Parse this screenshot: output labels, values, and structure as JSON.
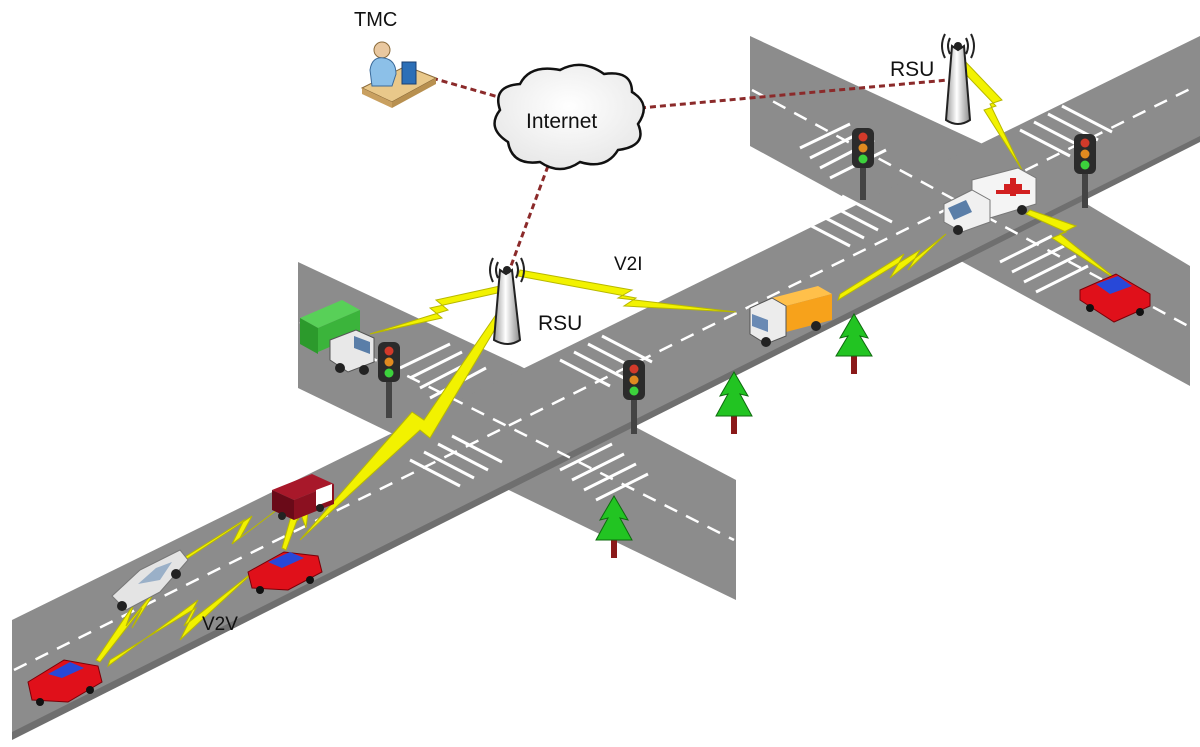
{
  "labels": {
    "tmc": "TMC",
    "internet": "Internet",
    "rsu_left": "RSU",
    "rsu_right": "RSU",
    "v2i": "V2I",
    "v2v": "V2V"
  },
  "colors": {
    "road": "#8c8c8c",
    "road_side": "#6f6f6f",
    "lane_marking": "#ffffff",
    "link_wired": "#8b2a2a",
    "link_wireless": "#f2f200",
    "car_red": "#e0101a",
    "car_roof_blue": "#2848d8",
    "truck_green": "#3bb43b",
    "truck_orange": "#f7a21b",
    "tree_green": "#22c422"
  },
  "icons": [
    "person-at-computer-icon",
    "cloud-icon",
    "antenna-tower-icon",
    "traffic-light-icon",
    "tree-icon",
    "car-icon",
    "truck-icon",
    "ambulance-icon",
    "bus-icon",
    "lightning-link-icon"
  ]
}
